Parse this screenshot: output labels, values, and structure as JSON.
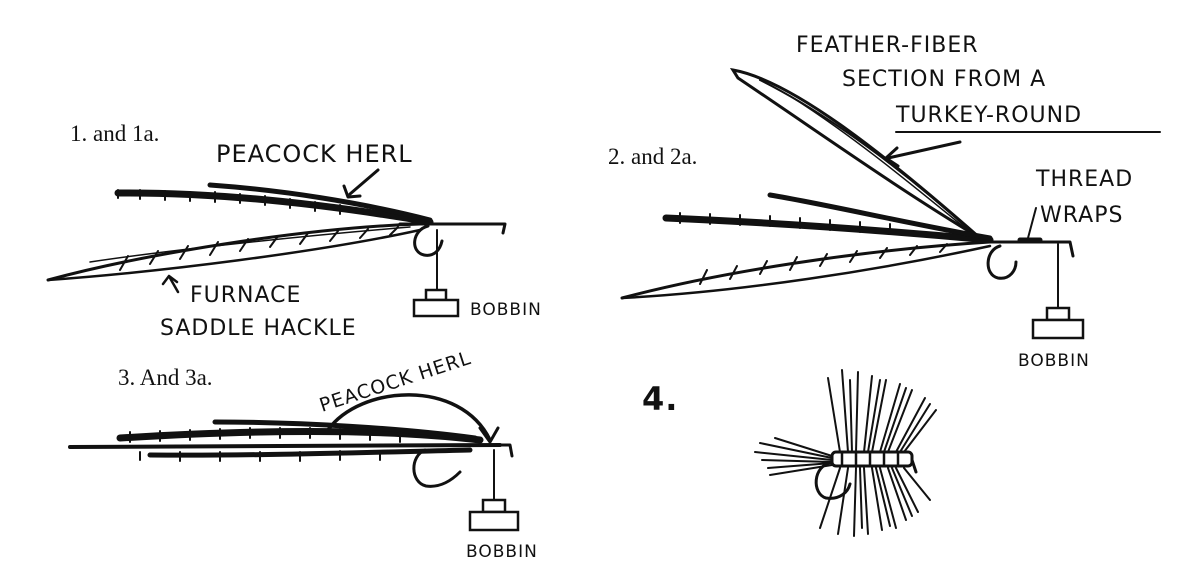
{
  "steps": {
    "s1": {
      "number_label": "1. and 1a.",
      "label_herl": "PEACOCK HERL",
      "label_hackle_1": "FURNACE",
      "label_hackle_2": "SADDLE HACKLE",
      "label_bobbin": "BOBBIN"
    },
    "s2": {
      "number_label": "2. and 2a.",
      "label_fiber_1": "FEATHER-FIBER",
      "label_fiber_2": "SECTION FROM A",
      "label_fiber_3": "TURKEY-ROUND",
      "label_thread_1": "THREAD",
      "label_thread_2": "WRAPS",
      "label_bobbin": "BOBBIN"
    },
    "s3": {
      "number_label": "3. And 3a.",
      "label_herl": "PEACOCK HERL",
      "label_bobbin": "BOBBIN"
    },
    "s4": {
      "number_label": "4."
    }
  }
}
